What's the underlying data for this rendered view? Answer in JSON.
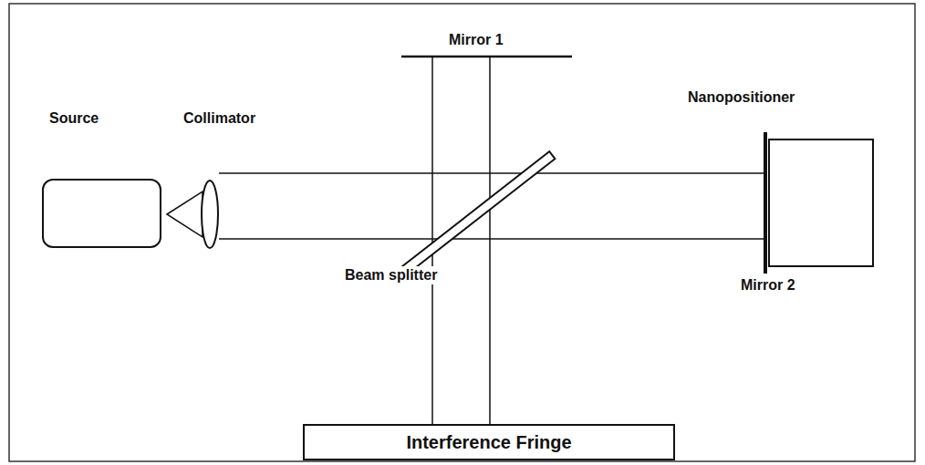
{
  "diagram": {
    "nodes": [
      {
        "text": [
          "Source"
        ]
      },
      {
        "text": [
          "Nanopositioner"
        ]
      },
      {
        "text": [
          "Interference Fringe"
        ]
      }
    ],
    "labels": [
      "Mirror 1",
      "Collimator",
      "Beam splitter",
      "Mirror 2"
    ]
  }
}
